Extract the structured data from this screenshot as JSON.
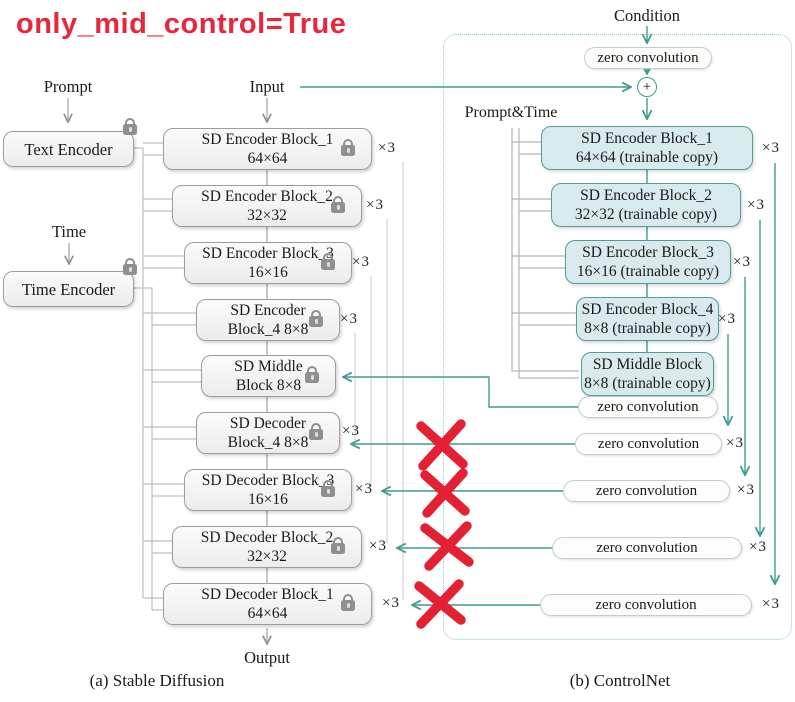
{
  "title": "only_mid_control=True",
  "colors": {
    "accent_teal": "#3d9c8f",
    "dashed_border": "#8cc8c0",
    "cross_red": "#e32133",
    "title_red": "#e8273c",
    "locked_box_bg": "#f3f3f3",
    "trainable_box_bg": "#d8eaec",
    "trainable_box_border": "#4f9d98"
  },
  "left": {
    "prompt_label": "Prompt",
    "input_label": "Input",
    "time_label": "Time",
    "text_encoder": "Text Encoder",
    "time_encoder": "Time Encoder",
    "output_label": "Output",
    "caption": "(a) Stable Diffusion",
    "blocks": [
      {
        "line1": "SD Encoder Block_1",
        "line2": "64×64",
        "mult": "×3"
      },
      {
        "line1": "SD Encoder Block_2",
        "line2": "32×32",
        "mult": "×3"
      },
      {
        "line1": "SD Encoder Block_3",
        "line2": "16×16",
        "mult": "×3"
      },
      {
        "line1": "SD Encoder",
        "line2": "Block_4 8×8",
        "mult": "×3"
      },
      {
        "line1": "SD Middle",
        "line2": "Block 8×8"
      },
      {
        "line1": "SD Decoder",
        "line2": "Block_4 8×8",
        "mult": "×3"
      },
      {
        "line1": "SD Decoder Block_3",
        "line2": "16×16",
        "mult": "×3"
      },
      {
        "line1": "SD Decoder Block_2",
        "line2": "32×32",
        "mult": "×3"
      },
      {
        "line1": "SD Decoder Block_1",
        "line2": "64×64",
        "mult": "×3"
      }
    ]
  },
  "right": {
    "condition_label": "Condition",
    "prompt_time_label": "Prompt&Time",
    "zero_conv_top": "zero convolution",
    "plus": "+",
    "caption": "(b) ControlNet",
    "blocks": [
      {
        "line1": "SD Encoder Block_1",
        "line2": "64×64 (trainable copy)",
        "mult": "×3"
      },
      {
        "line1": "SD Encoder Block_2",
        "line2": "32×32 (trainable copy)",
        "mult": "×3"
      },
      {
        "line1": "SD Encoder Block_3",
        "line2": "16×16 (trainable copy)",
        "mult": "×3"
      },
      {
        "line1": "SD Encoder Block_4",
        "line2": "8×8 (trainable copy)",
        "mult": "×3"
      },
      {
        "line1": "SD Middle Block",
        "line2": "8×8 (trainable copy)"
      }
    ],
    "mid_zero_conv": "zero convolution",
    "zero_conv_rows": [
      {
        "label": "zero convolution",
        "mult": "×3"
      },
      {
        "label": "zero convolution",
        "mult": "×3"
      },
      {
        "label": "zero convolution",
        "mult": "×3"
      },
      {
        "label": "zero convolution",
        "mult": "×3"
      }
    ]
  }
}
